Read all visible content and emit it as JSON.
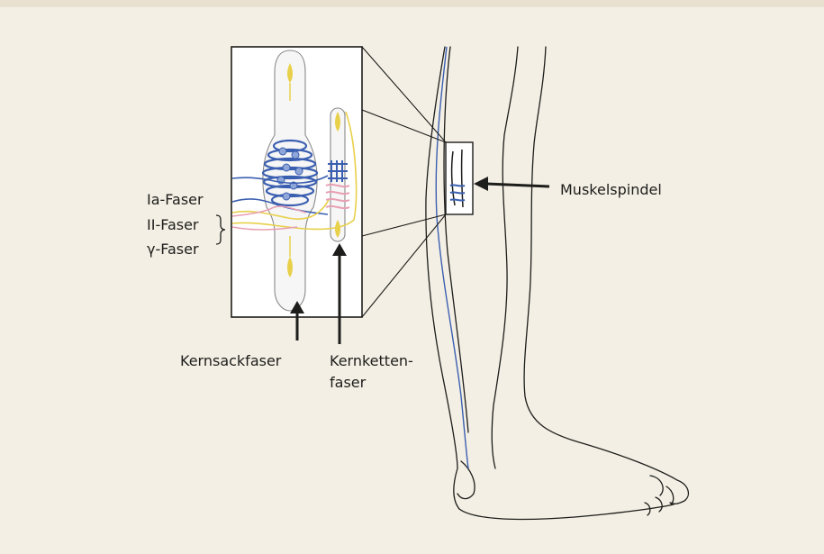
{
  "colors": {
    "background": "#f3efe4",
    "header_band": "#e8e1cf",
    "outline": "#1d1d1b",
    "nerve_blue": "#3b5fb0",
    "nerve_yellow": "#e8d04a",
    "nerve_pink": "#e8a0b4"
  },
  "labels": {
    "fiber_ia": "Ia-Faser",
    "fiber_ii": "II-Faser",
    "fiber_gamma": "γ-Faser",
    "nuclear_bag": "Kernsackfaser",
    "nuclear_chain_line1": "Kernketten-",
    "nuclear_chain_line2": "faser",
    "muscle_spindle": "Muskelspindel"
  }
}
